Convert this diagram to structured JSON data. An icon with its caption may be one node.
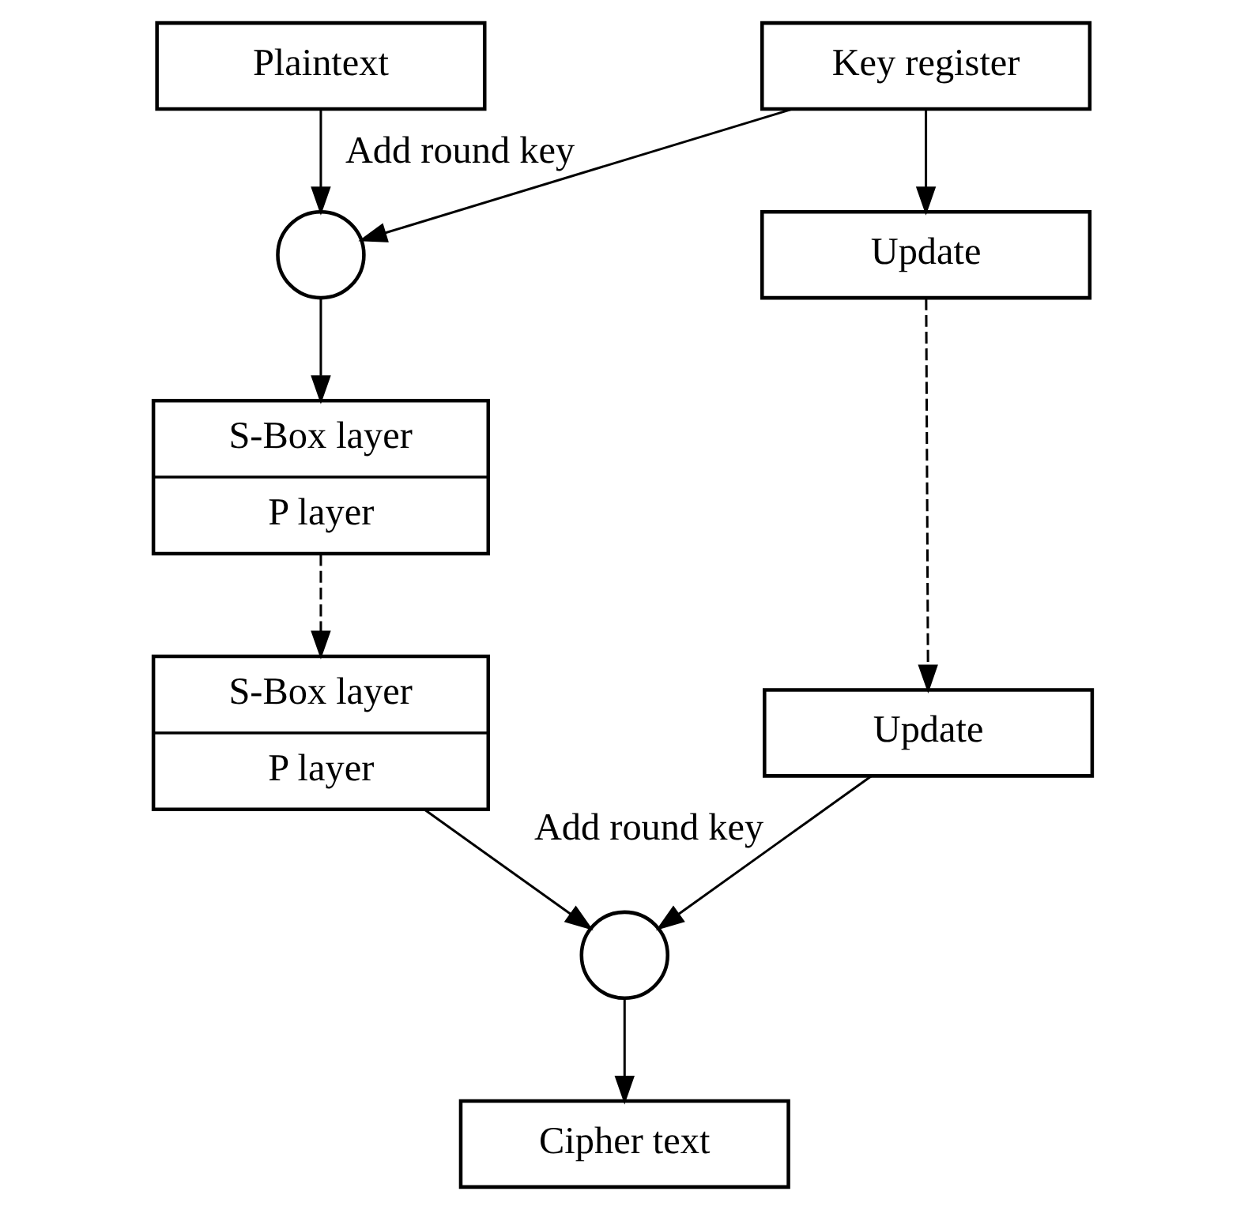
{
  "diagram": {
    "nodes": [
      {
        "text": [
          "Plaintext"
        ]
      },
      {
        "text": [
          "Key register"
        ]
      },
      {
        "text": [],
        "shape": "circle"
      },
      {
        "text": [
          "S-Box layer",
          "P layer"
        ]
      },
      {
        "text": [
          "Update"
        ]
      },
      {
        "text": [
          "S-Box layer",
          "P layer"
        ]
      },
      {
        "text": [
          "Update"
        ]
      },
      {
        "text": [],
        "shape": "circle"
      },
      {
        "text": [
          "Cipher text"
        ]
      }
    ],
    "edges": [
      {
        "from": 0,
        "to": 2,
        "arrow": "to"
      },
      {
        "from": 1,
        "to": 2,
        "arrow": "to",
        "label": "Add round key"
      },
      {
        "from": 1,
        "to": 4,
        "arrow": "to"
      },
      {
        "from": 2,
        "to": 3,
        "arrow": "to"
      },
      {
        "from": 3,
        "to": 5,
        "arrow": "to",
        "style": "dashed"
      },
      {
        "from": 4,
        "to": 6,
        "arrow": "to",
        "style": "dashed"
      },
      {
        "from": 5,
        "to": 7,
        "arrow": "to"
      },
      {
        "from": 6,
        "to": 7,
        "arrow": "to",
        "label": "Add round key"
      },
      {
        "from": 7,
        "to": 8,
        "arrow": "to"
      }
    ]
  }
}
